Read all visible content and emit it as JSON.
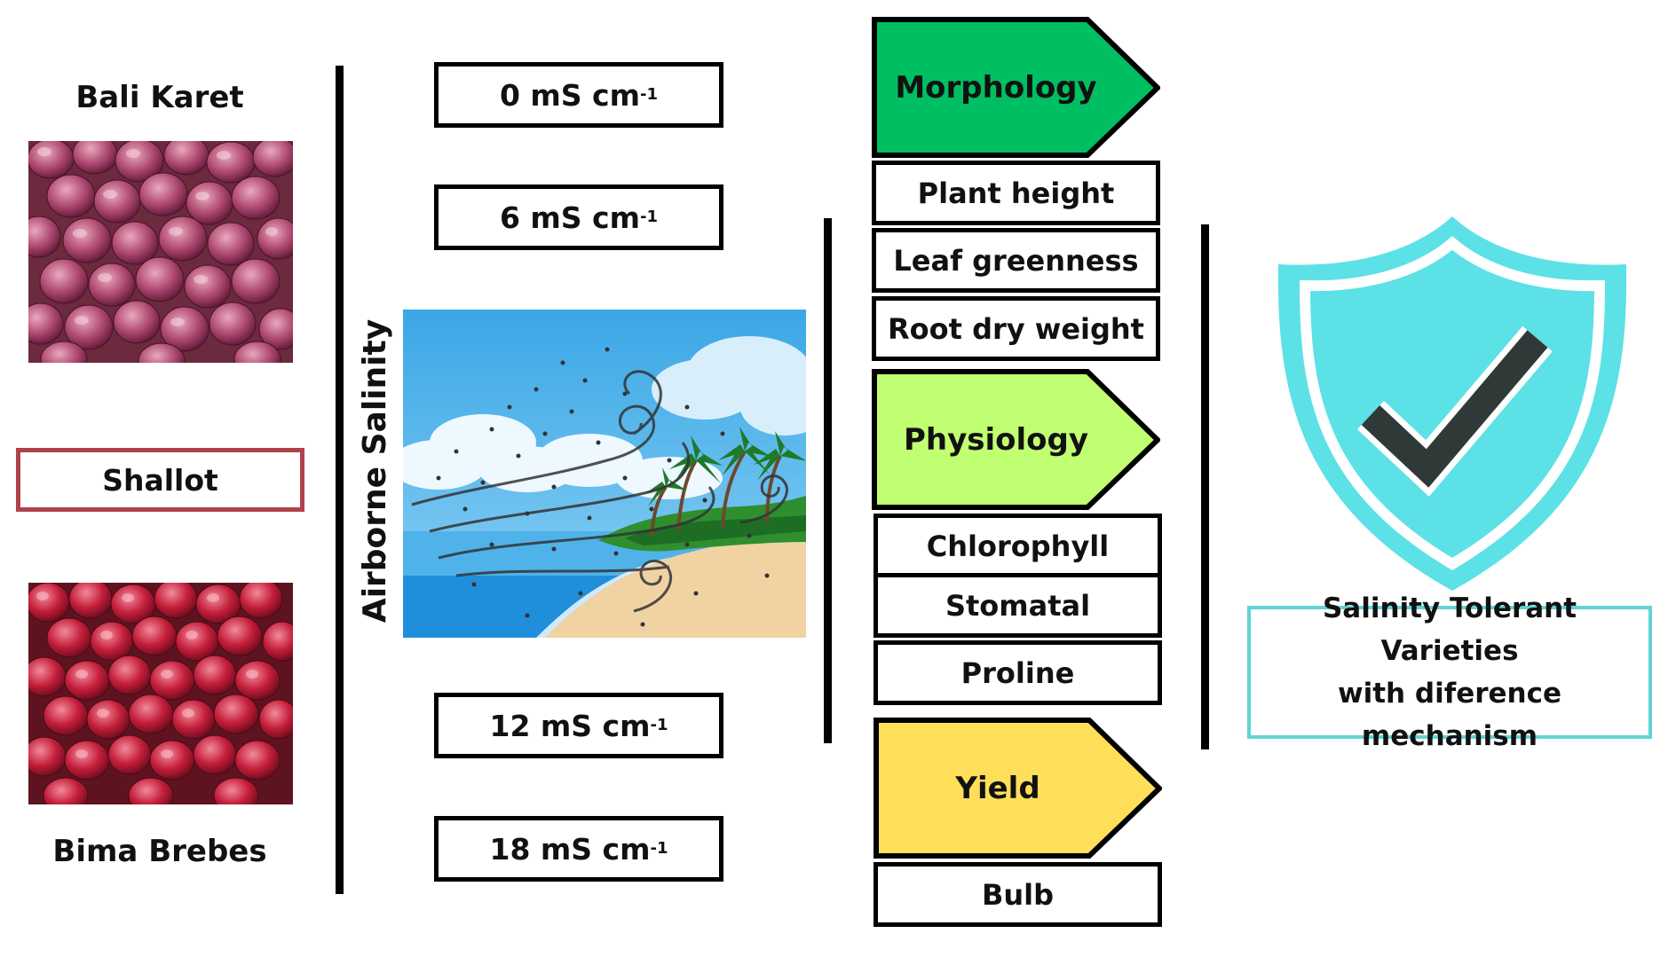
{
  "varieties": {
    "top_label": "Bali Karet",
    "center_label": "Shallot",
    "bottom_label": "Bima Brebes"
  },
  "treatment": {
    "axis_title": "Airborne Salinity",
    "levels": [
      {
        "value": "0 mS cm",
        "sup": "-1"
      },
      {
        "value": "6 mS cm",
        "sup": "-1"
      },
      {
        "value": "12 mS cm",
        "sup": "-1"
      },
      {
        "value": "18 mS cm",
        "sup": "-1"
      }
    ]
  },
  "parameters": {
    "morphology": {
      "title": "Morphology",
      "color": "#00bf63",
      "items": [
        "Plant height",
        "Leaf greenness",
        "Root dry weight"
      ]
    },
    "physiology": {
      "title": "Physiology",
      "color": "#c1ff72",
      "items": [
        "Chlorophyll",
        "Stomatal",
        "Proline"
      ]
    },
    "yield": {
      "title": "Yield",
      "color": "#ffde59",
      "items": [
        "Bulb"
      ]
    }
  },
  "result": {
    "line1": "Salinity Tolerant Varieties",
    "line2": "with diference mechanism",
    "icon": "shield-check-icon",
    "icon_color": "#5ce1e6"
  }
}
